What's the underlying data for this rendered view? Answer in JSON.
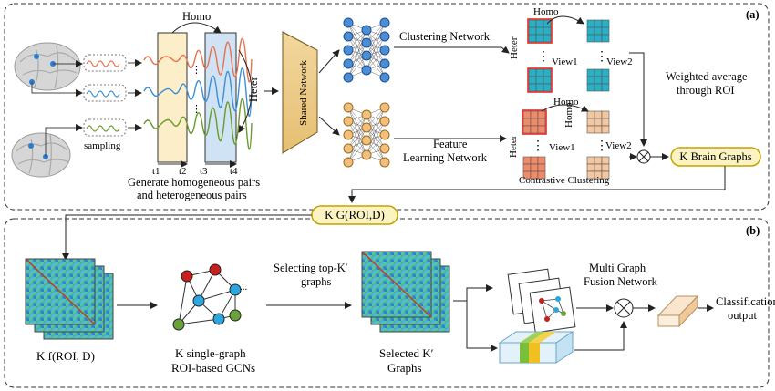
{
  "panel_a": {
    "tag": "(a)",
    "homo_top": "Homo",
    "sampling": "sampling",
    "time_ticks": [
      "t1",
      "t2",
      "t3",
      "t4"
    ],
    "generate_line1": "Generate homogeneous pairs",
    "generate_line2": "and heterogeneous pairs",
    "heter_left": "Heter",
    "shared_network": "Shared Network",
    "clustering_network": "Clustering Network",
    "feature_line1": "Feature",
    "feature_line2": "Learning Network",
    "homo_upper": "Homo",
    "heter_upper": "Heter",
    "view1_upper": "View1",
    "view2_upper": "View2",
    "homo_lower1": "Homo",
    "homo_lower2": "Homo",
    "heter_lower": "Heter",
    "view1_lower": "View1",
    "view2_lower": "View2",
    "contrastive": "Contrastive Clustering",
    "weighted_line1": "Weighted average",
    "weighted_line2": "through ROI",
    "k_brain_graphs": "K Brain Graphs"
  },
  "connector": {
    "kg": "K G(ROI,D)"
  },
  "panel_b": {
    "tag": "(b)",
    "kf": "K f(ROI, D)",
    "single_line1": "K single-graph",
    "single_line2": "ROI-based GCNs",
    "select_line1": "Selecting top-K′",
    "select_line2": "graphs",
    "selected_line1": "Selected K′",
    "selected_line2": "Graphs",
    "multi_line1": "Multi Graph",
    "multi_line2": "Fusion Network",
    "class_line1": "Classification",
    "class_line2": "output",
    "ellipsis": "..."
  },
  "colors": {
    "signal_red": "#e8704a",
    "signal_blue": "#3a8fd8",
    "signal_green": "#6a9a2a",
    "window_yellow": "#fbeec8",
    "window_blue": "#cfe3f5",
    "grid_cyan": "#2ab0c6",
    "grid_orange": "#f3c7a0",
    "highlight_red": "#e0302a",
    "k_box_fill": "#fbf3c2",
    "k_box_stroke": "#c6a200",
    "node_red": "#c8201c",
    "node_blue": "#2ca6df",
    "node_green": "#6aa23a"
  }
}
